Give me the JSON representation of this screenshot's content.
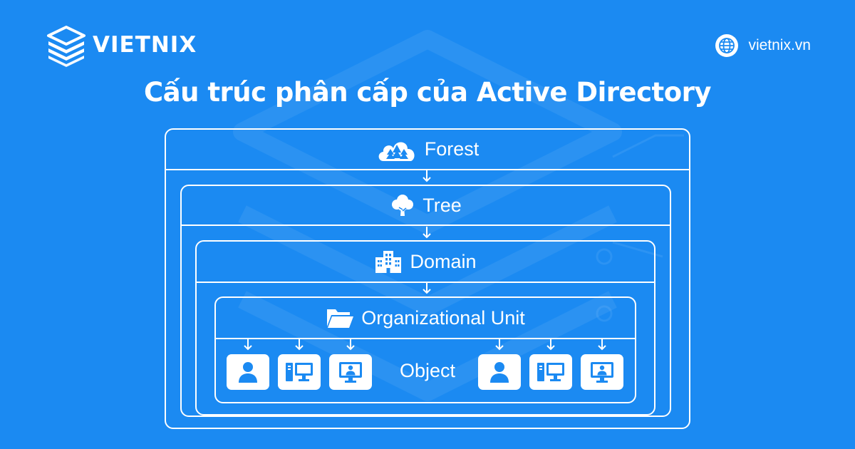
{
  "brand": {
    "name": "VIETNIX",
    "icon": "server-stack-logo"
  },
  "site": {
    "label": "vietnix.vn",
    "icon": "globe-icon"
  },
  "title": "Cấu trúc phân cấp của Active Directory",
  "diagram": {
    "levels": [
      {
        "label": "Forest",
        "icon": "cloud-forest-icon"
      },
      {
        "label": "Tree",
        "icon": "tree-icon"
      },
      {
        "label": "Domain",
        "icon": "building-icon"
      },
      {
        "label": "Organizational Unit",
        "icon": "folder-icon"
      }
    ],
    "objects": {
      "label": "Object",
      "left_icons": [
        "user-icon",
        "computer-icon",
        "monitor-user-icon"
      ],
      "right_icons": [
        "user-icon",
        "computer-icon",
        "monitor-user-icon"
      ]
    }
  },
  "colors": {
    "background": "#1b8af2",
    "foreground": "#ffffff",
    "icon_fill": "#1b8af2"
  }
}
